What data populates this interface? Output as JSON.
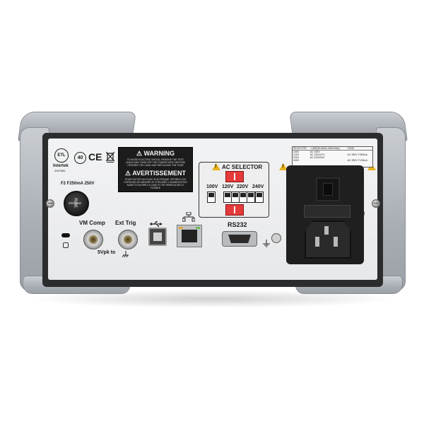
{
  "rear_panel": {
    "fuse_rating": "F2 F250mA  250V",
    "fuse_label": "FUSE",
    "cert": {
      "etl_text": "ETL",
      "intertek": "Intertek",
      "intertek_code": "4007682",
      "code_40": "40",
      "ce": "CE"
    },
    "warning_title": "WARNING",
    "warning_text": "TO AVOID ELECTRIC SHOCK, REMOVE THE TEST LEADS AND TURN OFF THE POWER INPUT BEFORE OPENING THE CASE AND REPLACING THE FUSE",
    "avert_title": "AVERTISSEMENT",
    "avert_text": "POUR EVITER UN CHOC ELECTRIQUE, RETIREZ LES CORDONS DE MESURE ET ETEIGNEZ L'ALIMENTATION AVANT D'OUVRIR LA CASE ET DE REMPLACER LE FUSIBLE",
    "vm_comp_label": "VM Comp",
    "ext_trig_label": "Ext Trig",
    "vpk_label": "5Vpk to",
    "rs232_label": "RS232",
    "ac_selector": {
      "title": "AC SELECTOR",
      "voltages": [
        "100V",
        "120V",
        "220V",
        "240V"
      ]
    },
    "fuse_table": {
      "header_selector": "SELECTOR",
      "header_input": "~LINE(50-60Hz,25VA Max)",
      "header_fuse": "FUSE",
      "rows": [
        [
          "100V",
          "AC 100V",
          ""
        ],
        [
          "120V",
          "AC 120/127V",
          "AC 250V T250mA"
        ],
        [
          "220V",
          "AC 220/230V",
          ""
        ],
        [
          "240V",
          "",
          "AC 250V T125mA"
        ]
      ]
    }
  }
}
